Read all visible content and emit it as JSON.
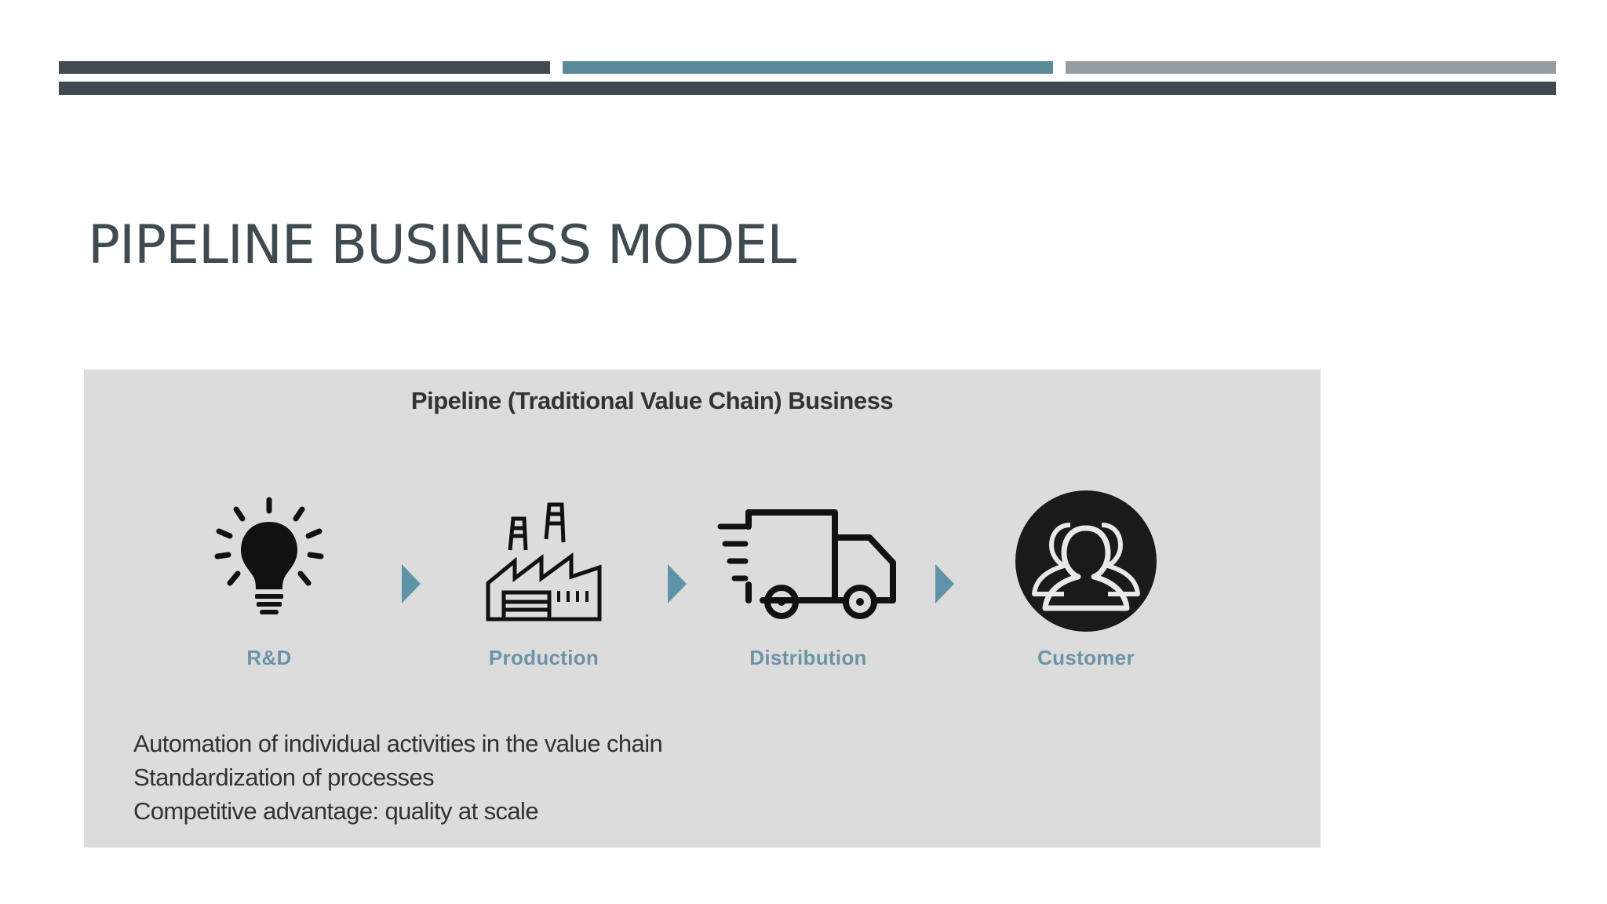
{
  "slide": {
    "title": "PIPELINE BUSINESS MODEL"
  },
  "figure": {
    "title": "Pipeline (Traditional Value Chain) Business",
    "steps": [
      {
        "label": "R&D",
        "icon": "lightbulb-icon"
      },
      {
        "label": "Production",
        "icon": "factory-icon"
      },
      {
        "label": "Distribution",
        "icon": "truck-icon"
      },
      {
        "label": "Customer",
        "icon": "customers-icon"
      }
    ],
    "notes": [
      "Automation of individual activities in the value chain",
      "Standardization of processes",
      "Competitive advantage: quality at scale"
    ]
  },
  "colors": {
    "dark_slate": "#3f4b51",
    "teal": "#5a8a98",
    "gray": "#969da2",
    "label_blue": "#6d93a8",
    "panel_bg": "#dcdcdc"
  }
}
